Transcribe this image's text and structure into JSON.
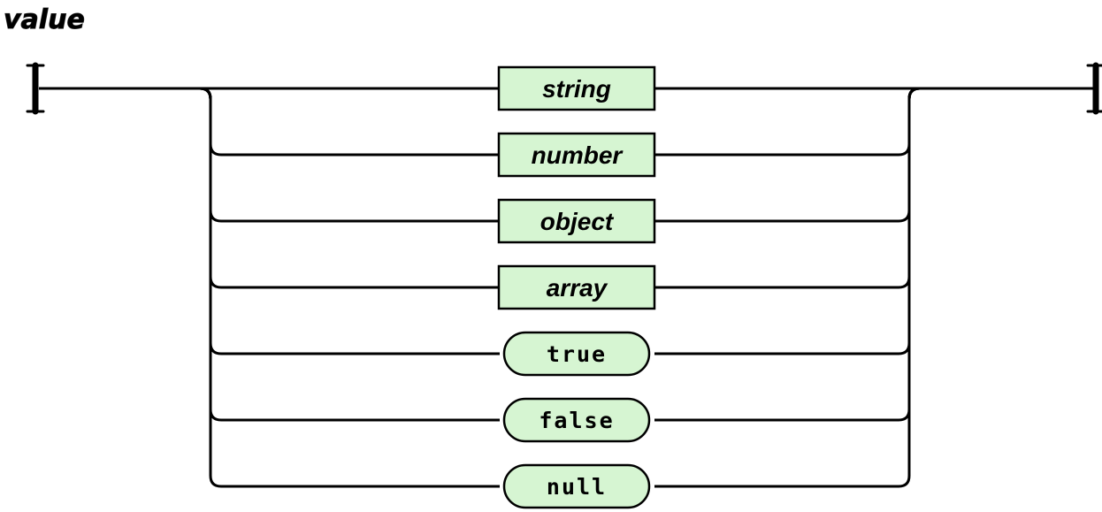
{
  "diagram": {
    "title": "value",
    "rows": [
      {
        "label": "string",
        "kind": "nonterminal"
      },
      {
        "label": "number",
        "kind": "nonterminal"
      },
      {
        "label": "object",
        "kind": "nonterminal"
      },
      {
        "label": "array",
        "kind": "nonterminal"
      },
      {
        "label": "true",
        "kind": "terminal"
      },
      {
        "label": "false",
        "kind": "terminal"
      },
      {
        "label": "null",
        "kind": "terminal"
      }
    ],
    "colors": {
      "node_fill": "#d6f5d2",
      "line": "#000000",
      "background": "#ffffff"
    }
  }
}
